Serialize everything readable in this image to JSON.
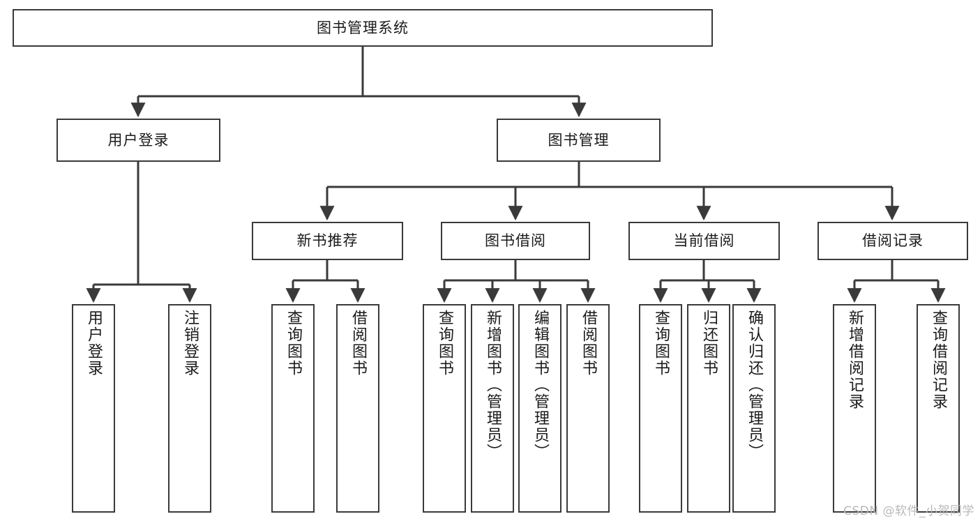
{
  "diagram": {
    "type": "tree-hierarchy",
    "title": "图书管理系统",
    "root": {
      "id": "root",
      "label": "图书管理系统"
    },
    "level2": [
      {
        "id": "user-login",
        "label": "用户登录"
      },
      {
        "id": "book-management",
        "label": "图书管理"
      }
    ],
    "level3": [
      {
        "id": "new-book-recommend",
        "label": "新书推荐",
        "parent": "book-management"
      },
      {
        "id": "book-borrow",
        "label": "图书借阅",
        "parent": "book-management"
      },
      {
        "id": "current-borrow",
        "label": "当前借阅",
        "parent": "book-management"
      },
      {
        "id": "borrow-record",
        "label": "借阅记录",
        "parent": "book-management"
      }
    ],
    "leaves": [
      {
        "id": "leaf-user-login",
        "label": "用户登录",
        "parent": "user-login"
      },
      {
        "id": "leaf-logout-login",
        "label": "注销登录",
        "parent": "user-login"
      },
      {
        "id": "leaf-query-book-1",
        "label": "查询图书",
        "parent": "new-book-recommend"
      },
      {
        "id": "leaf-borrow-book-1",
        "label": "借阅图书",
        "parent": "new-book-recommend"
      },
      {
        "id": "leaf-query-book-2",
        "label": "查询图书",
        "parent": "book-borrow"
      },
      {
        "id": "leaf-add-book",
        "label": "新增图书（管理员）",
        "parent": "book-borrow"
      },
      {
        "id": "leaf-edit-book",
        "label": "编辑图书（管理员）",
        "parent": "book-borrow"
      },
      {
        "id": "leaf-borrow-book-2",
        "label": "借阅图书",
        "parent": "book-borrow"
      },
      {
        "id": "leaf-query-book-3",
        "label": "查询图书",
        "parent": "current-borrow"
      },
      {
        "id": "leaf-return-book",
        "label": "归还图书",
        "parent": "current-borrow"
      },
      {
        "id": "leaf-confirm-return",
        "label": "确认归还（管理员）",
        "parent": "current-borrow"
      },
      {
        "id": "leaf-add-record",
        "label": "新增借阅记录",
        "parent": "borrow-record"
      },
      {
        "id": "leaf-query-record",
        "label": "查询借阅记录",
        "parent": "borrow-record"
      }
    ],
    "colors": {
      "box_border": "#3a3a3a",
      "box_fill": "#ffffff",
      "connector": "#3a3a3a",
      "text": "#1a1a1a",
      "watermark": "#b9b9b9"
    }
  },
  "watermark": {
    "text": "CSDN @软件_小贺同学"
  }
}
